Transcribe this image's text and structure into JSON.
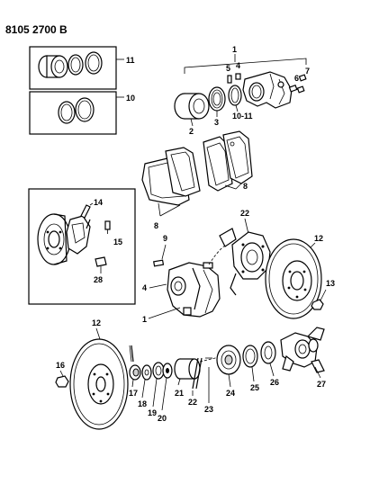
{
  "diagram": {
    "code": "8105 2700 B",
    "callouts": {
      "c1_top": "1",
      "c2": "2",
      "c3": "3",
      "c4_top": "4",
      "c5": "5",
      "c6": "6",
      "c7": "7",
      "c8_top": "8",
      "c8_left": "8",
      "c9": "9",
      "c4_mid": "4",
      "c1_mid": "1",
      "c10": "10",
      "c10_11": "10-11",
      "c11": "11",
      "c12_right": "12",
      "c12_left": "12",
      "c13": "13",
      "c14": "14",
      "c15": "15",
      "c16": "16",
      "c17": "17",
      "c18": "18",
      "c19": "19",
      "c20": "20",
      "c21": "21",
      "c22_top": "22",
      "c22_bottom": "22",
      "c23": "23",
      "c24": "24",
      "c25": "25",
      "c26": "26",
      "c27": "27",
      "c28": "28"
    }
  }
}
